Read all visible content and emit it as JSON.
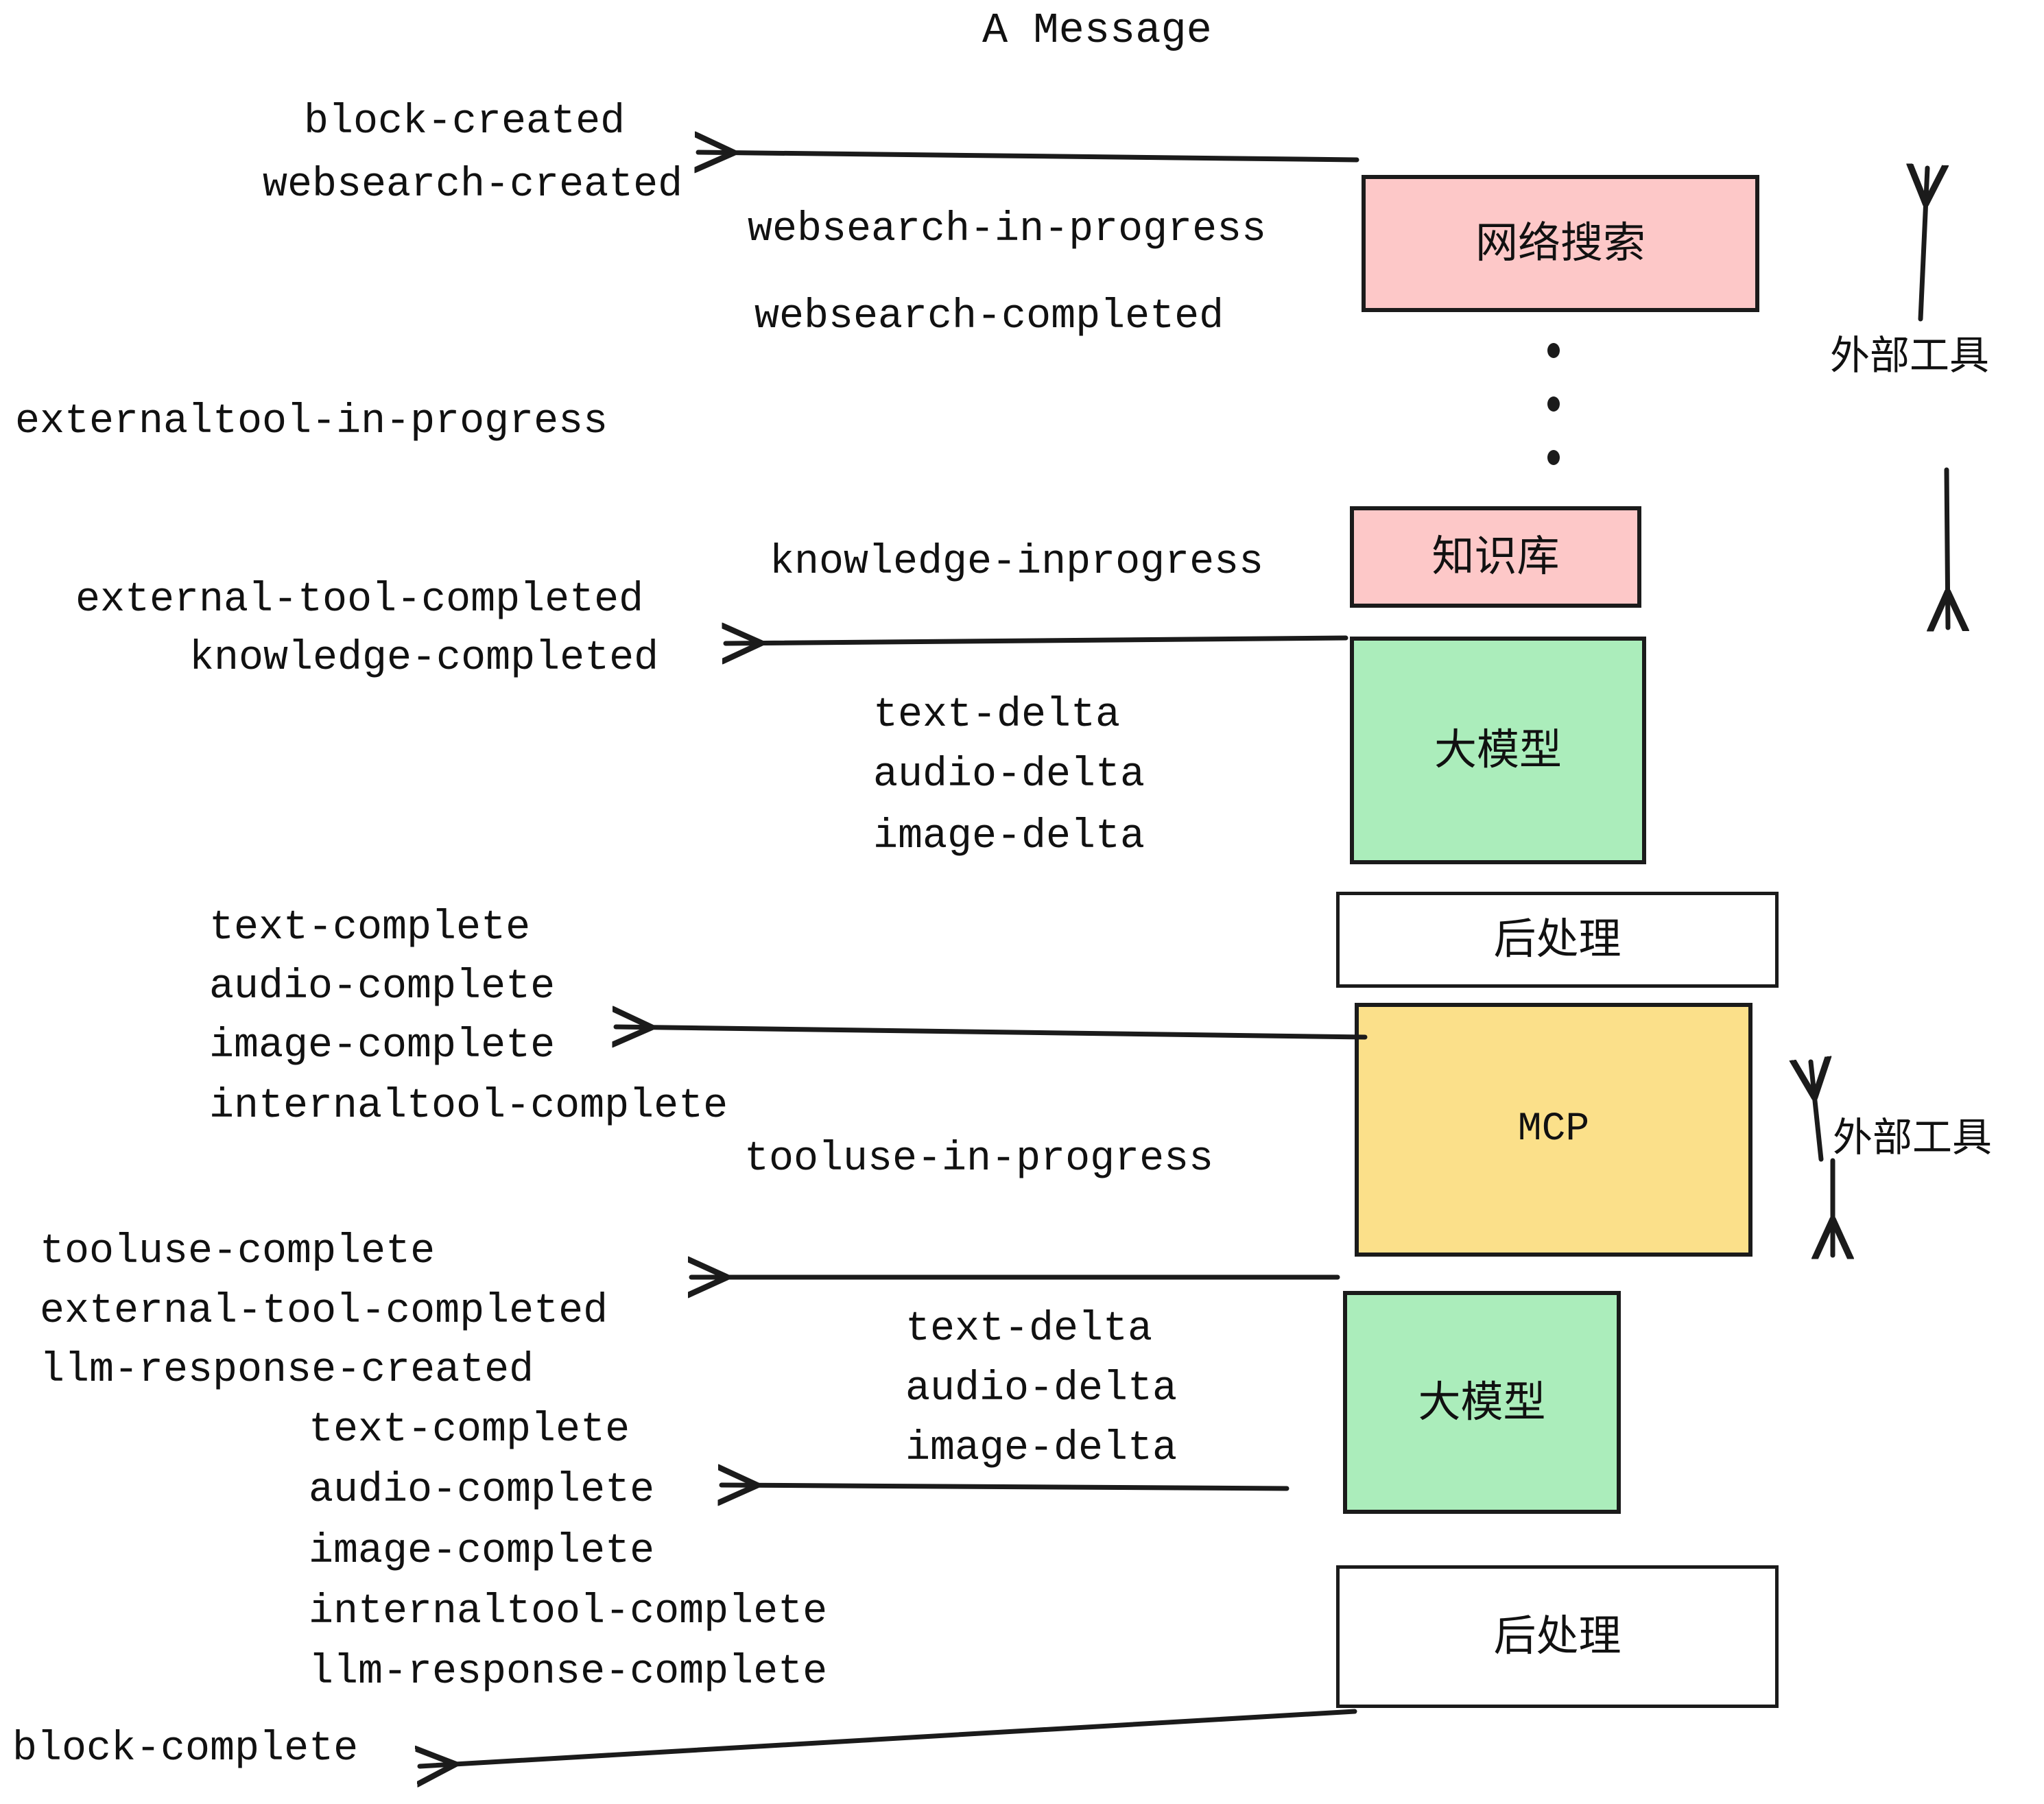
{
  "diagram": {
    "title": "A Message",
    "colors": {
      "external_tool_fill": "#FDC8C8",
      "llm_fill": "#ABEDBB",
      "mcp_fill": "#FBE08A",
      "postprocess_fill": "#FFFFFF",
      "stroke": "#1B1B1B",
      "text": "#111111",
      "background": "#FFFFFF"
    },
    "nodes": [
      {
        "id": "websearch",
        "label": "网络搜索",
        "fill_key": "external_tool_fill"
      },
      {
        "id": "knowledge",
        "label": "知识库",
        "fill_key": "external_tool_fill"
      },
      {
        "id": "llm1",
        "label": "大模型",
        "fill_key": "llm_fill"
      },
      {
        "id": "post1",
        "label": "后处理",
        "fill_key": "postprocess_fill"
      },
      {
        "id": "mcp",
        "label": "MCP",
        "fill_key": "mcp_fill"
      },
      {
        "id": "llm2",
        "label": "大模型",
        "fill_key": "llm_fill"
      },
      {
        "id": "post2",
        "label": "后处理",
        "fill_key": "postprocess_fill"
      }
    ],
    "side_annotations": [
      {
        "id": "ext-tool-top",
        "label": "外部工具"
      },
      {
        "id": "ext-tool-bottom",
        "label": "外部工具"
      }
    ],
    "events": [
      {
        "id": "e01",
        "text": "block-created"
      },
      {
        "id": "e02",
        "text": "websearch-created"
      },
      {
        "id": "e03",
        "text": "websearch-in-progress"
      },
      {
        "id": "e04",
        "text": "websearch-completed"
      },
      {
        "id": "e05",
        "text": "externaltool-in-progress"
      },
      {
        "id": "e06",
        "text": "knowledge-inprogress"
      },
      {
        "id": "e07",
        "text": "external-tool-completed"
      },
      {
        "id": "e08",
        "text": "knowledge-completed"
      },
      {
        "id": "e09",
        "text": "text-delta"
      },
      {
        "id": "e10",
        "text": "audio-delta"
      },
      {
        "id": "e11",
        "text": "image-delta"
      },
      {
        "id": "e12",
        "text": "text-complete"
      },
      {
        "id": "e13",
        "text": "audio-complete"
      },
      {
        "id": "e14",
        "text": "image-complete"
      },
      {
        "id": "e15",
        "text": "internaltool-complete"
      },
      {
        "id": "e16",
        "text": "tooluse-in-progress"
      },
      {
        "id": "e17",
        "text": "tooluse-complete"
      },
      {
        "id": "e18",
        "text": "external-tool-completed"
      },
      {
        "id": "e19",
        "text": "llm-response-created"
      },
      {
        "id": "e20",
        "text": "text-complete"
      },
      {
        "id": "e21",
        "text": "audio-complete"
      },
      {
        "id": "e22",
        "text": "image-complete"
      },
      {
        "id": "e23",
        "text": "internaltool-complete"
      },
      {
        "id": "e24",
        "text": "llm-response-complete"
      },
      {
        "id": "e25",
        "text": "block-complete"
      },
      {
        "id": "e26",
        "text": "text-delta"
      },
      {
        "id": "e27",
        "text": "audio-delta"
      },
      {
        "id": "e28",
        "text": "image-delta"
      }
    ],
    "ellipsis": {
      "id": "vertical-ellipsis",
      "dots": 3
    }
  }
}
